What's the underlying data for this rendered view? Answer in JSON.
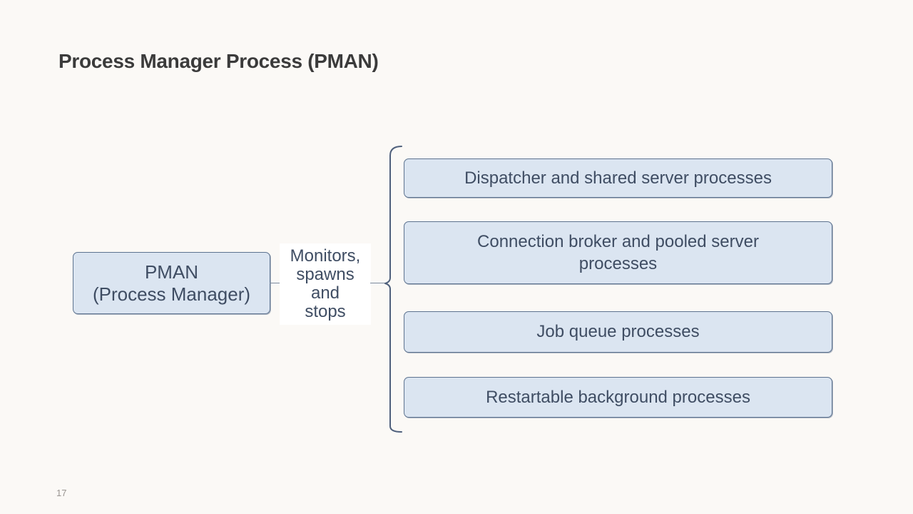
{
  "slide": {
    "title": "Process Manager Process (PMAN)",
    "page_number": "17",
    "background_color": "#fbf9f6"
  },
  "diagram": {
    "source_box": {
      "line1": "PMAN",
      "line2": "(Process Manager)"
    },
    "connector_label": {
      "lines": [
        "Monitors,",
        "spawns",
        "and",
        "stops"
      ]
    },
    "targets": [
      {
        "label": "Dispatcher and shared server processes"
      },
      {
        "label": "Connection broker and pooled server processes"
      },
      {
        "label": "Job queue processes"
      },
      {
        "label": "Restartable background processes"
      }
    ],
    "colors": {
      "title_text": "#3b3b3b",
      "box_fill": "#dbe5f1",
      "box_border": "#5d7390",
      "box_text": "#3f4d63",
      "brace": "#4f607c"
    }
  }
}
